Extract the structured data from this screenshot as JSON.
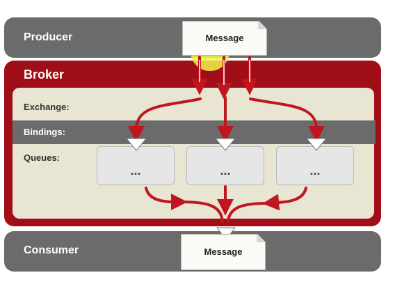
{
  "producer": {
    "label": "Producer"
  },
  "broker": {
    "title": "Broker",
    "rows": {
      "exchange": "Exchange:",
      "bindings": "Bindings:",
      "queues": "Queues:"
    },
    "queues": [
      {
        "label": "..."
      },
      {
        "label": "..."
      },
      {
        "label": "..."
      }
    ]
  },
  "consumer": {
    "label": "Consumer"
  },
  "messages": {
    "top": "Message",
    "bottom": "Message"
  },
  "colors": {
    "lane": "#6b6b6b",
    "broker": "#a00e17",
    "panel": "#e8e5d3",
    "bindings_band": "#6b6b6b",
    "arrow": "#c0161f",
    "highlight": "#f2f24a"
  }
}
